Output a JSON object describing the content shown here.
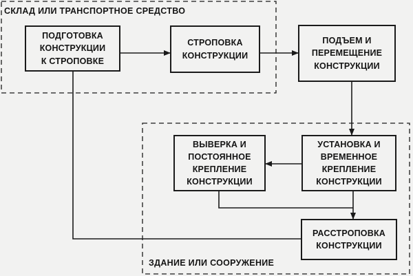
{
  "regions": {
    "warehouse": "СКЛАД ИЛИ ТРАНСПОРТНОЕ СРЕДСТВО",
    "building": "ЗДАНИЕ ИЛИ СООРУЖЕНИЕ"
  },
  "steps": {
    "prepare": "ПОДГОТОВКА\nКОНСТРУКЦИИ\nК СТРОПОВКЕ",
    "sling": "СТРОПОВКА\nКОНСТРУКЦИИ",
    "lift": "ПОДЪЕМ И\nПЕРЕМЕЩЕНИЕ\nКОНСТРУКЦИИ",
    "install": "УСТАНОВКА И\nВРЕМЕННОЕ\nКРЕПЛЕНИЕ\nКОНСТРУКЦИИ",
    "align": "ВЫВЕРКА И\nПОСТОЯННОЕ\nКРЕПЛЕНИЕ\nКОНСТРУКЦИИ",
    "unsling": "РАССТРОПОВКА\nКОНСТРУКЦИИ"
  }
}
